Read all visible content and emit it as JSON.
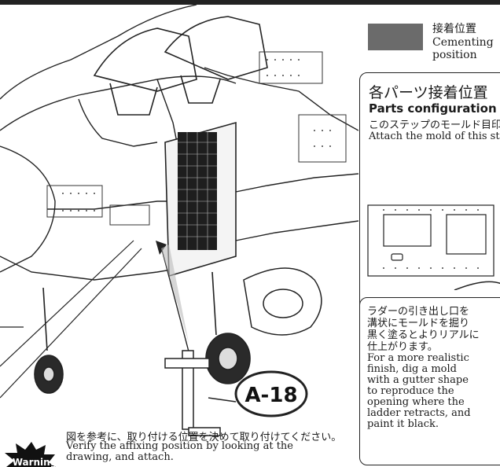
{
  "legend": {
    "jp": "接着位置",
    "en": "Cementing position",
    "swatch_color": "#6b6b6b"
  },
  "panel": {
    "title_jp": "各パーツ接着位置",
    "title_en": "Parts configuration",
    "desc_jp": "このステップのモールド目印に取り付けます。",
    "desc_en": "Attach the mold of this step to the ma"
  },
  "part_label": "A-18",
  "note": {
    "jp_lines": [
      "ラダーの引き出し口を",
      "溝状にモールドを掘り",
      "黒く塗るとよりリアルに",
      "仕上がります。"
    ],
    "en_lines": [
      "For a more realistic",
      "finish, dig a mold",
      "with a gutter shape",
      "to reproduce the",
      "opening where the",
      "ladder retracts, and",
      "paint it black."
    ]
  },
  "warning": {
    "badge": "Warning",
    "jp": "図を参考に、取り付ける位置を決めて取り付けてください。",
    "en_lines": [
      "Verify the affixing position by looking at the",
      "drawing, and attach."
    ]
  }
}
